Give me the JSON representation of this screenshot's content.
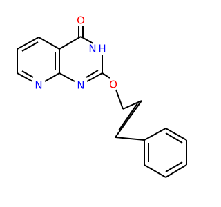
{
  "molecule": {
    "atoms": {
      "carbonyl_oxygen": {
        "label": "O",
        "color": "#ff0000"
      },
      "ring_nh": {
        "label": "N",
        "h_label": "H",
        "color": "#0000ff"
      },
      "pyridine_n": {
        "label": "N",
        "color": "#0000ff"
      },
      "pyrimidine_n": {
        "label": "N",
        "color": "#0000ff"
      },
      "ether_oxygen": {
        "label": "O",
        "color": "#ff0000"
      }
    },
    "bond_color": "#000000"
  }
}
